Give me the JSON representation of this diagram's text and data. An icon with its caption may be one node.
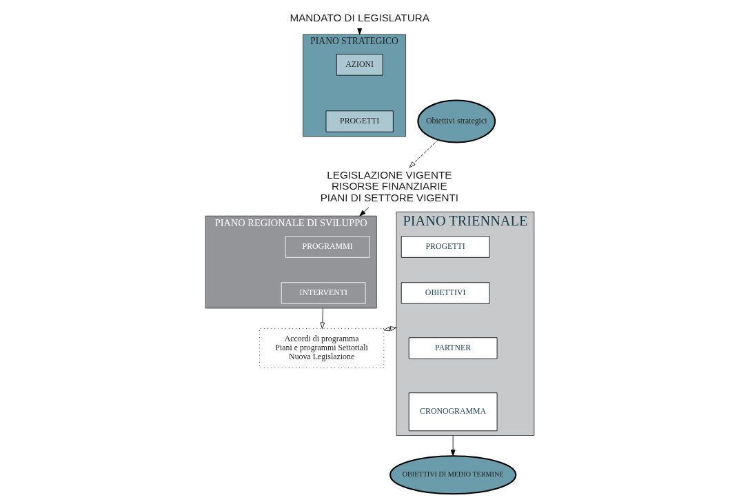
{
  "diagram": {
    "nodes": [
      {
        "text": [
          "MANDATO DI LEGISLATURA"
        ]
      },
      {
        "text": [
          "PIANO STRATEGICO"
        ]
      },
      {
        "text": [
          "AZIONI"
        ],
        "in": 1
      },
      {
        "text": [
          "PROGETTI"
        ],
        "in": 1
      },
      {
        "text": [
          "Obiettivi strategici"
        ]
      },
      {
        "text": [
          "LEGISLAZIONE VIGENTE",
          "RISORSE FINANZIARIE",
          "PIANI DI SETTORE VIGENTI"
        ]
      },
      {
        "text": [
          "PIANO REGIONALE DI SVILUPPO"
        ]
      },
      {
        "text": [
          "PROGRAMMI"
        ],
        "in": 6
      },
      {
        "text": [
          "INTERVENTI"
        ],
        "in": 6
      },
      {
        "text": [
          "Accordi di programma",
          "Piani e programmi Settoriali",
          "Nuova Legislazione"
        ]
      },
      {
        "text": [
          "PIANO TRIENNALE"
        ]
      },
      {
        "text": [
          "PROGETTI"
        ],
        "in": 10
      },
      {
        "text": [
          "OBIETTIVI"
        ],
        "in": 10
      },
      {
        "text": [
          "PARTNER"
        ],
        "in": 10
      },
      {
        "text": [
          "CRONOGRAMMA"
        ],
        "in": 10
      },
      {
        "text": [
          "OBIETTIVI DI MEDIO TERMINE"
        ]
      }
    ],
    "edges": [
      {
        "from": 0,
        "to": 1,
        "arrow": "to"
      },
      {
        "from": 4,
        "to": 5,
        "arrow": "to",
        "style": "dashed"
      },
      {
        "from": 5,
        "to": 6,
        "arrow": "to"
      },
      {
        "from": 6,
        "to": 9,
        "arrow": "to"
      },
      {
        "from": 9,
        "to": 10,
        "arrow": "both"
      },
      {
        "from": 10,
        "to": 15,
        "arrow": "to"
      }
    ]
  }
}
